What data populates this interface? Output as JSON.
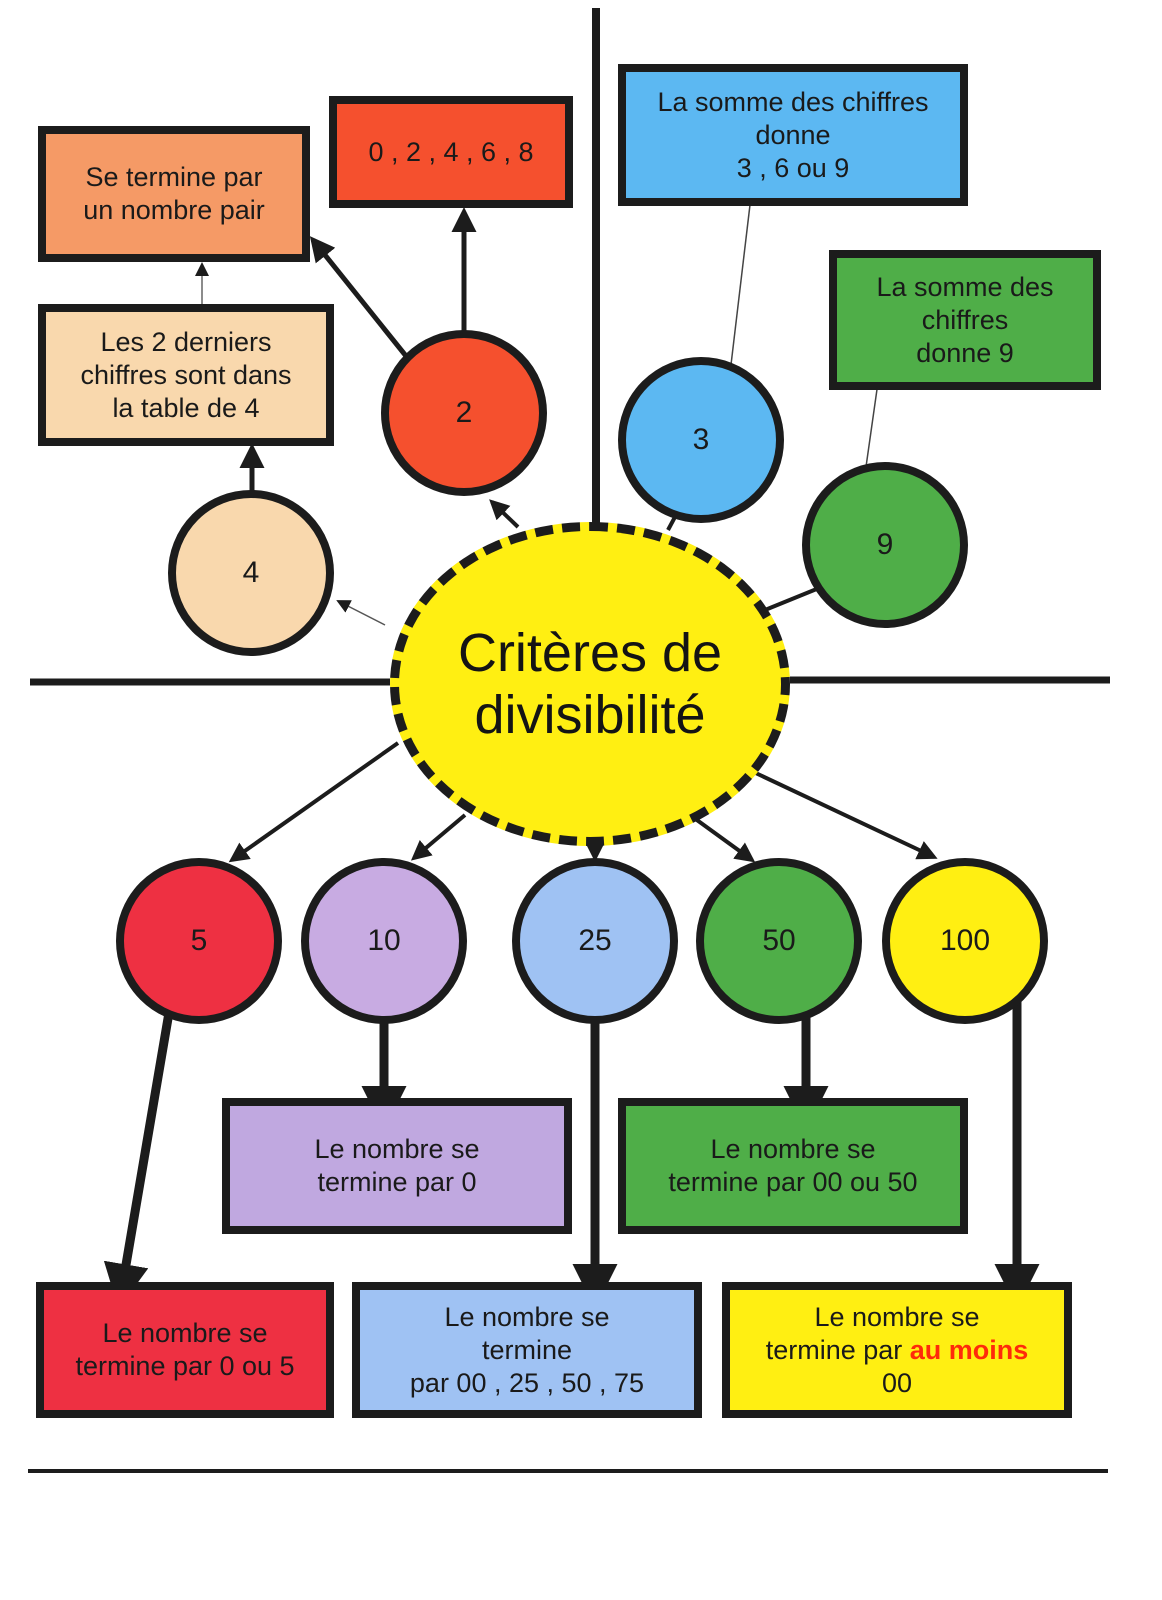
{
  "center": {
    "title_line1": "Critères de",
    "title_line2": "divisibilité",
    "color": "#ffef12"
  },
  "nodes": {
    "n2": {
      "label": "2",
      "color": "#f5502e"
    },
    "n3": {
      "label": "3",
      "color": "#5cb8f2"
    },
    "n4": {
      "label": "4",
      "color": "#f9d8ad"
    },
    "n5": {
      "label": "5",
      "color": "#ee3042"
    },
    "n9": {
      "label": "9",
      "color": "#4fae48"
    },
    "n10": {
      "label": "10",
      "color": "#c8abe2"
    },
    "n25": {
      "label": "25",
      "color": "#9fc2f3"
    },
    "n50": {
      "label": "50",
      "color": "#4fae48"
    },
    "n100": {
      "label": "100",
      "color": "#ffef12"
    }
  },
  "boxes": {
    "even_digits": {
      "line1": "0 , 2 , 4 , 6 , 8",
      "color": "#f5502e"
    },
    "ends_even": {
      "line1": "Se termine par",
      "line2": "un nombre pair",
      "color": "#f59a66"
    },
    "last_two_table4": {
      "line1": "Les 2 derniers",
      "line2": "chiffres sont dans",
      "line3": "la table de 4",
      "color": "#f9d8ad"
    },
    "sum_369": {
      "line1": "La somme des chiffres",
      "line2": "donne",
      "line3": "3 , 6 ou 9",
      "color": "#5cb8f2"
    },
    "sum_9": {
      "line1": "La  somme des",
      "line2": "chiffres",
      "line3": "donne 9",
      "color": "#4fae48"
    },
    "ends_0": {
      "line1": "Le nombre se",
      "line2": "termine par 0",
      "color": "#c0a8e0"
    },
    "ends_00_50": {
      "line1": "Le nombre se",
      "line2": "termine par 00 ou 50",
      "color": "#4fae48"
    },
    "ends_0_5": {
      "line1": "Le nombre se",
      "line2": "termine par 0 ou 5",
      "color": "#ee3042"
    },
    "ends_25s": {
      "line1": "Le nombre se",
      "line2": "termine",
      "line3": "par  00 , 25 , 50 , 75",
      "color": "#9fc2f3"
    },
    "ends_at_least_00": {
      "line1": "Le nombre se",
      "line2_prefix": "termine par ",
      "line2_highlight": "au moins",
      "line3": "00",
      "color": "#ffef12"
    }
  }
}
